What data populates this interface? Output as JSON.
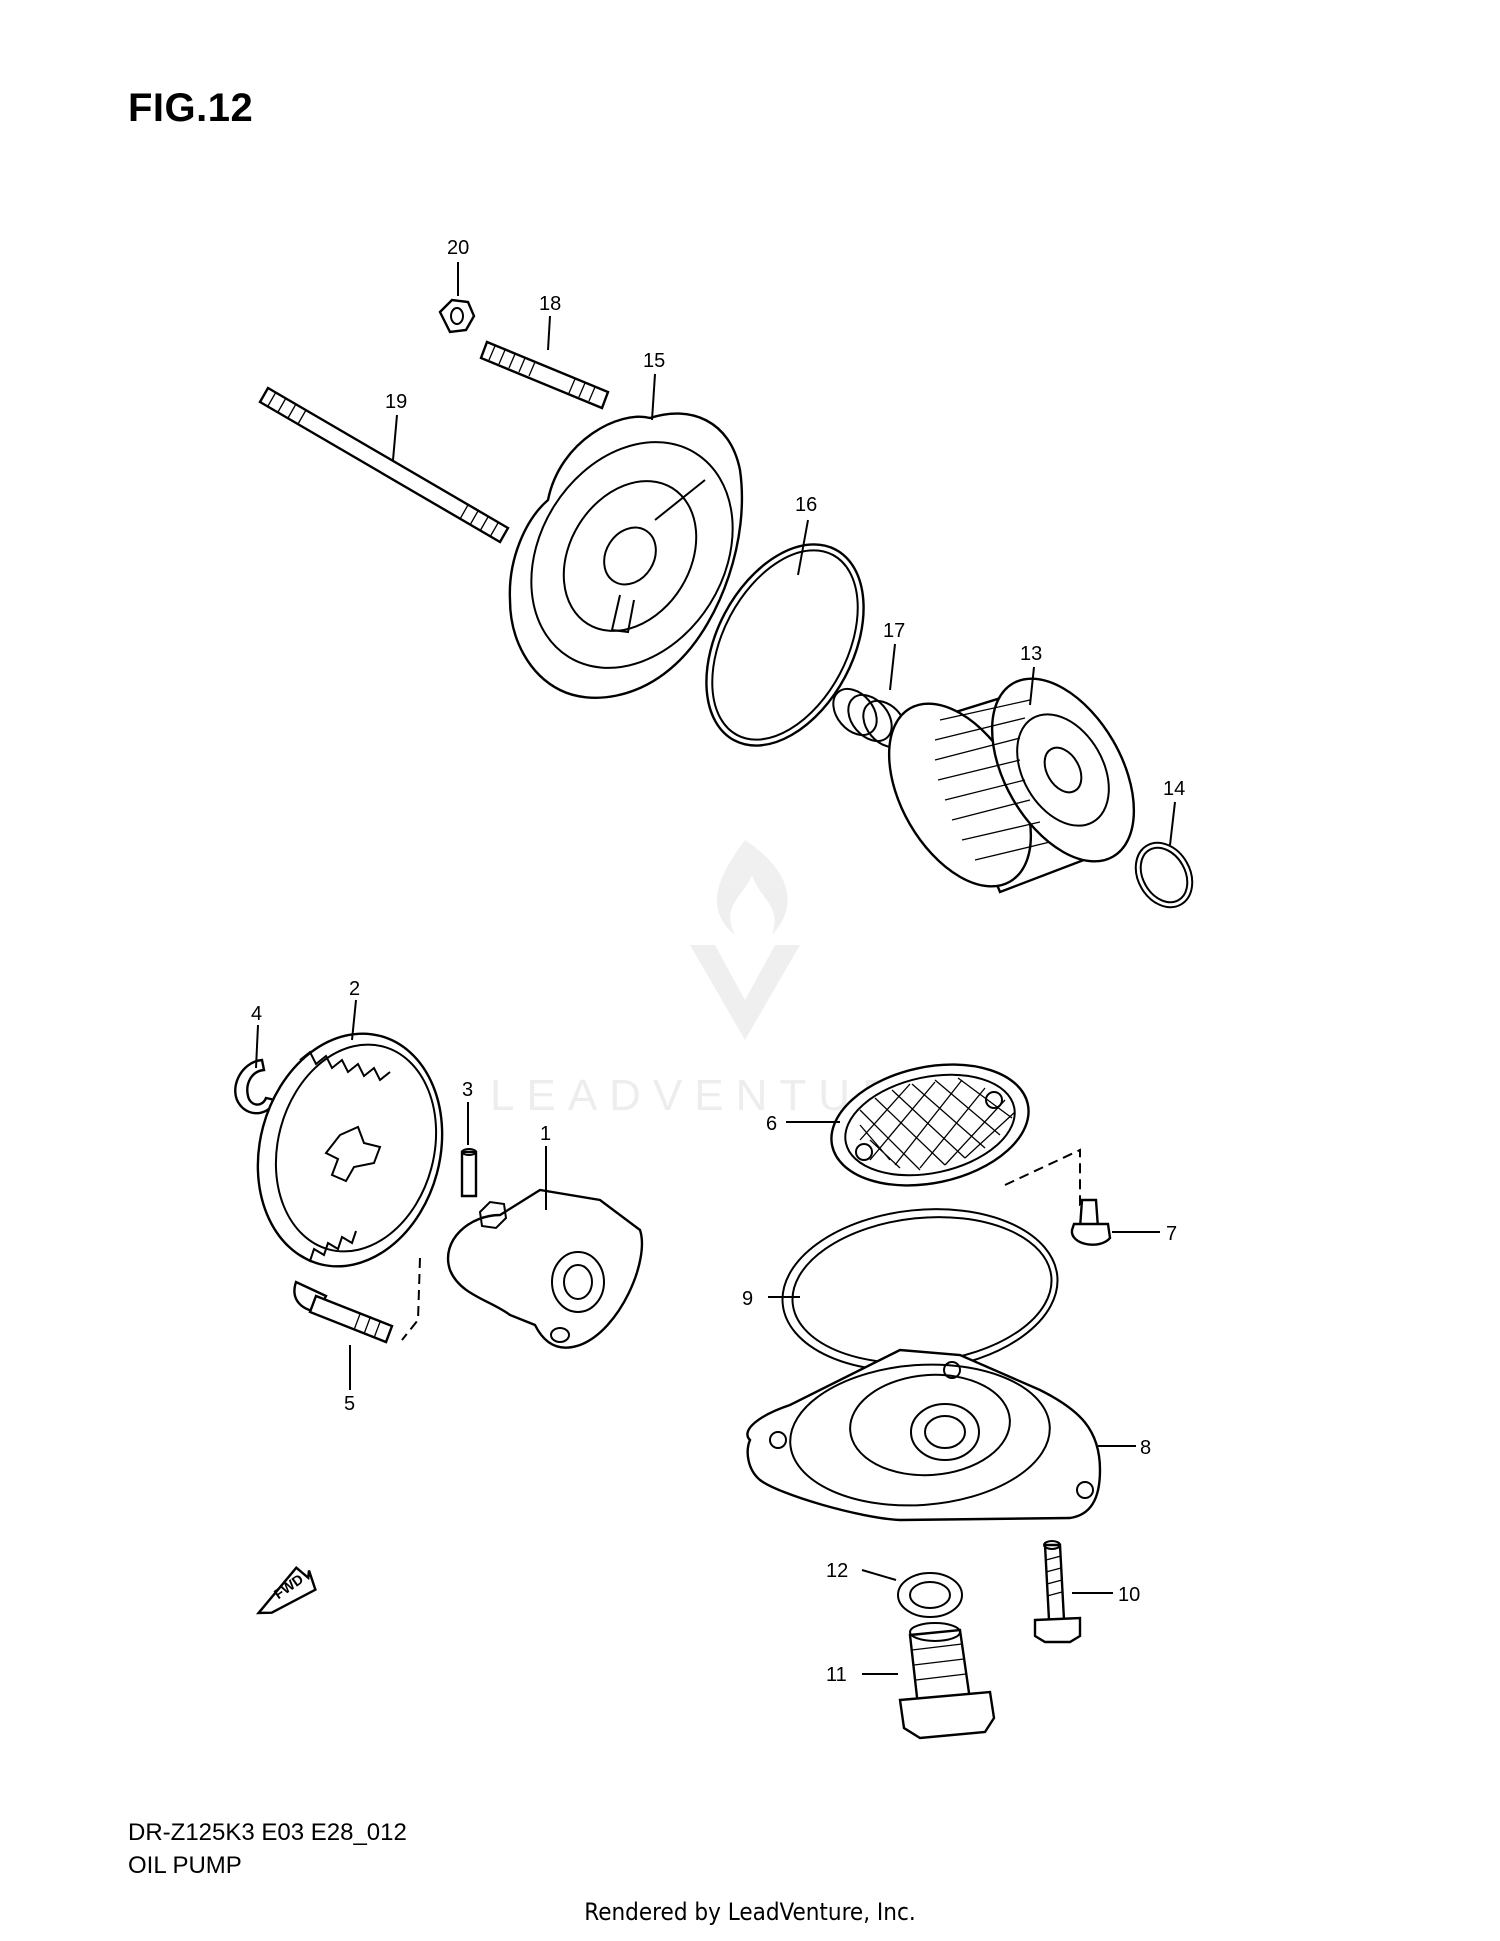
{
  "figure": {
    "title": "FIG.12",
    "model_code": "DR-Z125K3 E03 E28_012",
    "section_name": "OIL PUMP",
    "footer": "Rendered by LeadVenture, Inc.",
    "watermark": "LEADVENTURE",
    "fwd_label": "FWD"
  },
  "callouts": {
    "c1": "1",
    "c2": "2",
    "c3": "3",
    "c4": "4",
    "c5": "5",
    "c6": "6",
    "c7": "7",
    "c8": "8",
    "c9": "9",
    "c10": "10",
    "c11": "11",
    "c12": "12",
    "c13": "13",
    "c14": "14",
    "c15": "15",
    "c16": "16",
    "c17": "17",
    "c18": "18",
    "c19": "19",
    "c20": "20"
  }
}
